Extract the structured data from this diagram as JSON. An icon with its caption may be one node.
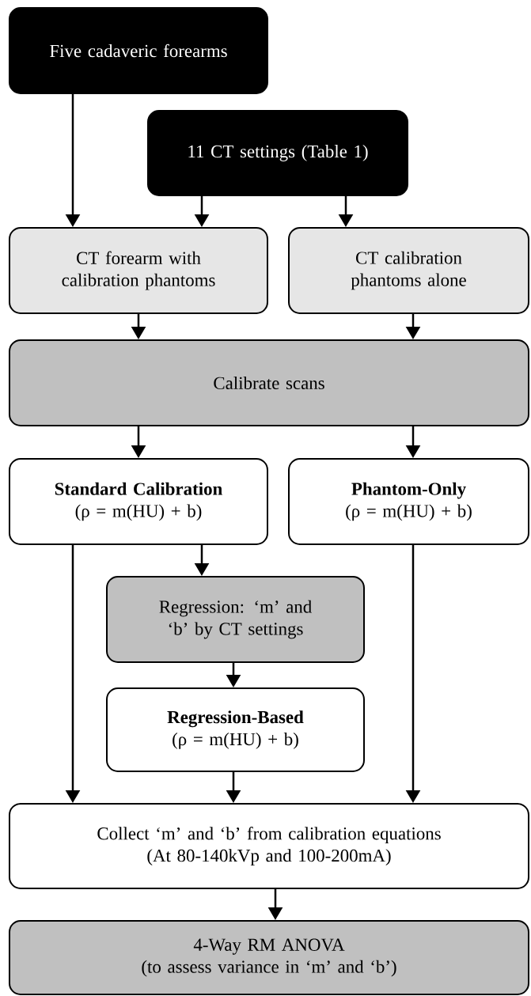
{
  "diagram": {
    "nodes": [
      {
        "text": [
          "Five cadaveric forearms"
        ]
      },
      {
        "text": [
          "11 CT settings (Table 1)"
        ]
      },
      {
        "text": [
          "CT forearm with calibration phantoms"
        ]
      },
      {
        "text": [
          "CT calibration phantoms alone"
        ]
      },
      {
        "text": [
          "Calibrate scans"
        ]
      },
      {
        "text": [
          "Standard Calibration",
          "(ρ = m(HU) + b)"
        ]
      },
      {
        "text": [
          "Phantom-Only",
          "(ρ = m(HU) + b)"
        ]
      },
      {
        "text": [
          "Regression: ‘m’ and ‘b’ by CT settings"
        ]
      },
      {
        "text": [
          "Regression-Based",
          "(ρ = m(HU) + b)"
        ]
      },
      {
        "text": [
          "Collect ‘m’ and ‘b’ from calibration equations",
          "(At 80-140kVp and 100-200mA)"
        ]
      },
      {
        "text": [
          "4-Way RM ANOVA",
          "(to assess variance in ‘m’ and ‘b’)"
        ]
      }
    ],
    "edges": [
      {
        "from": 0,
        "to": 2,
        "arrow": "to"
      },
      {
        "from": 1,
        "to": 2,
        "arrow": "to"
      },
      {
        "from": 1,
        "to": 3,
        "arrow": "to"
      },
      {
        "from": 2,
        "to": 4,
        "arrow": "to"
      },
      {
        "from": 3,
        "to": 4,
        "arrow": "to"
      },
      {
        "from": 4,
        "to": 5,
        "arrow": "to"
      },
      {
        "from": 4,
        "to": 6,
        "arrow": "to"
      },
      {
        "from": 5,
        "to": 7,
        "arrow": "to"
      },
      {
        "from": 7,
        "to": 8,
        "arrow": "to"
      },
      {
        "from": 5,
        "to": 9,
        "arrow": "to"
      },
      {
        "from": 8,
        "to": 9,
        "arrow": "to"
      },
      {
        "from": 6,
        "to": 9,
        "arrow": "to"
      },
      {
        "from": 9,
        "to": 10,
        "arrow": "to"
      }
    ]
  }
}
